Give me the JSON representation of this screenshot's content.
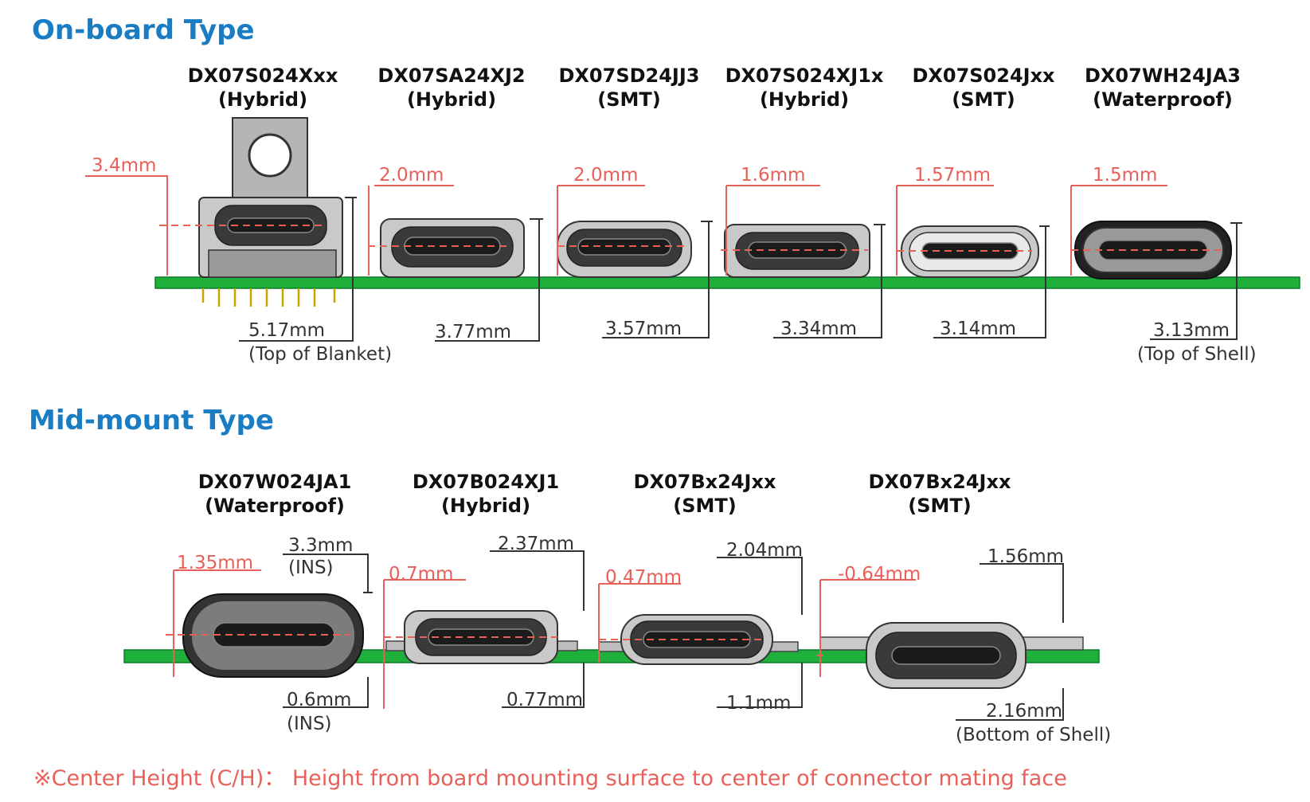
{
  "onboard": {
    "title": "On-board Type",
    "connectors": [
      {
        "part": "DX07S024Xxx",
        "type": "(Hybrid)",
        "center_height": "3.4mm",
        "height": "5.17mm",
        "height_note": "(Top of Blanket)"
      },
      {
        "part": "DX07SA24XJ2",
        "type": "(Hybrid)",
        "center_height": "2.0mm",
        "height": "3.77mm",
        "height_note": ""
      },
      {
        "part": "DX07SD24JJ3",
        "type": "(SMT)",
        "center_height": "2.0mm",
        "height": "3.57mm",
        "height_note": ""
      },
      {
        "part": "DX07S024XJ1x",
        "type": "(Hybrid)",
        "center_height": "1.6mm",
        "height": "3.34mm",
        "height_note": ""
      },
      {
        "part": "DX07S024Jxx",
        "type": "(SMT)",
        "center_height": "1.57mm",
        "height": "3.14mm",
        "height_note": ""
      },
      {
        "part": "DX07WH24JA3",
        "type": "(Waterproof)",
        "center_height": "1.5mm",
        "height": "3.13mm",
        "height_note": "(Top of Shell)"
      }
    ]
  },
  "midmount": {
    "title": "Mid-mount Type",
    "connectors": [
      {
        "part": "DX07W024JA1",
        "type": "(Waterproof)",
        "center_height": "1.35mm",
        "top": "3.3mm",
        "top_note": "(INS)",
        "bottom": "0.6mm",
        "bottom_note": "(INS)"
      },
      {
        "part": "DX07B024XJ1",
        "type": "(Hybrid)",
        "center_height": "0.7mm",
        "top": "2.37mm",
        "top_note": "",
        "bottom": "0.77mm",
        "bottom_note": ""
      },
      {
        "part": "DX07Bx24Jxx",
        "type": "(SMT)",
        "center_height": "0.47mm",
        "top": "2.04mm",
        "top_note": "",
        "bottom": "1.1mm",
        "bottom_note": ""
      },
      {
        "part": "DX07Bx24Jxx",
        "type": "(SMT)",
        "center_height": "-0.64mm",
        "top": "1.56mm",
        "top_note": "",
        "bottom": "2.16mm",
        "bottom_note": "(Bottom of Shell)"
      }
    ]
  },
  "note": "※Center Height (C/H)： Height from board mounting surface to center of connector mating face",
  "colors": {
    "title_blue": "#1a7dc4",
    "dimension_red": "#e8605a",
    "board_green": "#1fb03c"
  }
}
